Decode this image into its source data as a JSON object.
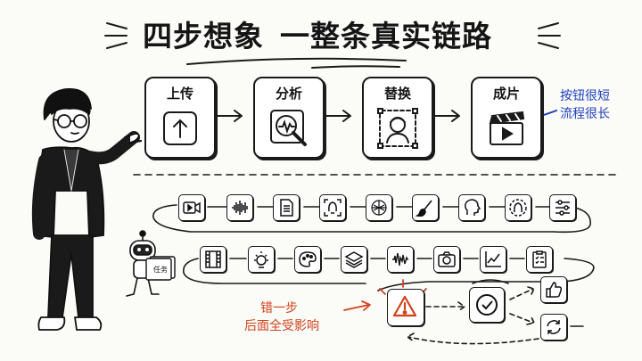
{
  "title": {
    "main": "四步想象",
    "sub": "一整条真实链路"
  },
  "steps": [
    {
      "label": "上传",
      "icon": "upload-icon"
    },
    {
      "label": "分析",
      "icon": "magnifier-waveform-icon"
    },
    {
      "label": "替换",
      "icon": "face-swap-icon"
    },
    {
      "label": "成片",
      "icon": "clapperboard-play-icon"
    }
  ],
  "note_blue": {
    "line1": "按钮很短",
    "line2": "流程很长"
  },
  "note_red": {
    "line1": "错一步",
    "line2": "后面全受影响"
  },
  "robot": {
    "badge": "任务"
  },
  "pipeline_row1": [
    "video-icon",
    "waveform-icon",
    "document-icon",
    "face-scan-icon",
    "dots-face-icon",
    "brush-icon",
    "head-profile-icon",
    "face-frame-icon",
    "sliders-icon"
  ],
  "pipeline_row2": [
    "film-icon",
    "sparkle-icon",
    "palette-icon",
    "layers-icon",
    "audio-wave-icon",
    "camera-icon",
    "line-chart-icon",
    "checklist-icon"
  ],
  "outcome": [
    "warning-icon",
    "checkmark-icon",
    "thumbs-up-icon",
    "refresh-icon"
  ],
  "colors": {
    "ink": "#151515",
    "blue": "#1e3fbf",
    "red": "#d2421b",
    "paper": "#fbfbf8"
  }
}
